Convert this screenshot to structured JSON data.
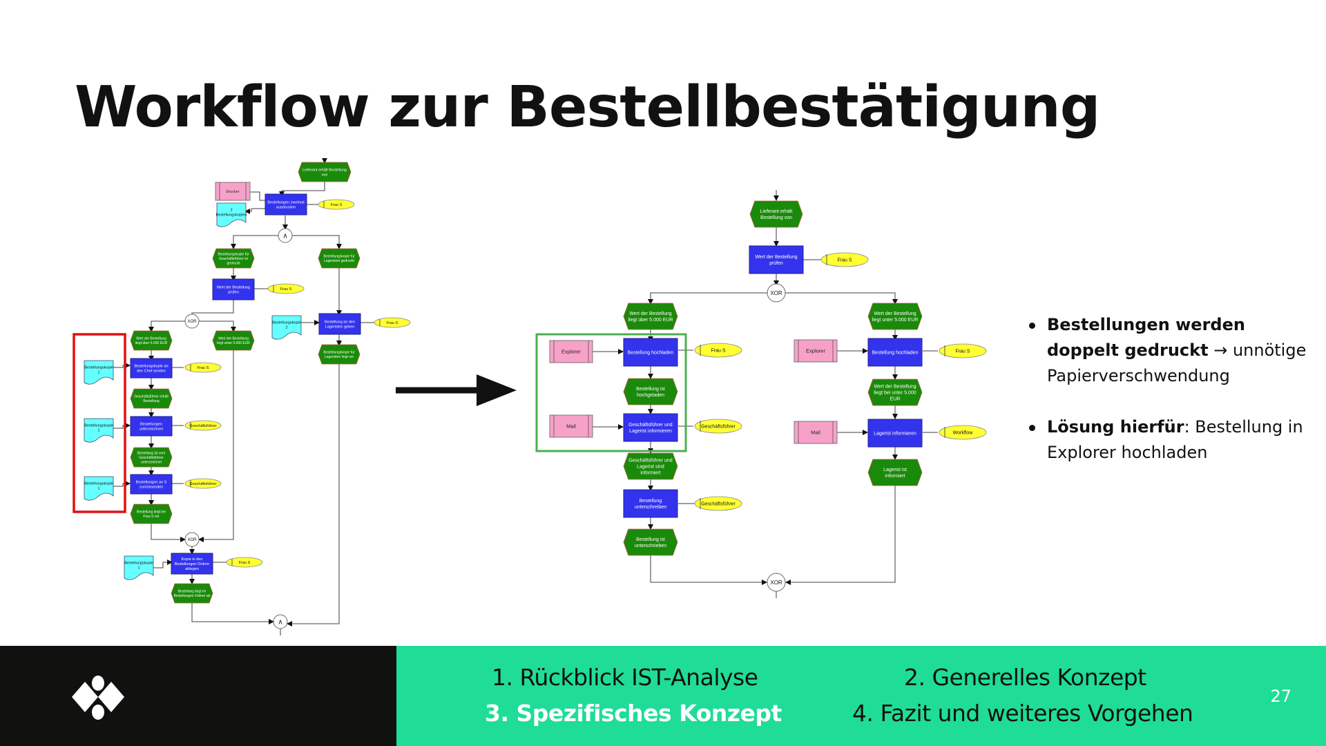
{
  "slide": {
    "title": "Workflow zur Bestellbestätigung",
    "page_number": "27"
  },
  "colors": {
    "event": "#1a8a0a",
    "function": "#3333ee",
    "org_unit": "#ffff33",
    "system": "#f7a1c9",
    "document": "#66ffff",
    "highlight_red": "#e01010",
    "highlight_green": "#4caf50",
    "accent": "#1fdd96",
    "footer_dark": "#111110"
  },
  "ist_diagram": {
    "start_event": "Lieferant erhält Bestellung von",
    "system_printer": "Drucker",
    "func_print": "Bestellungen zweimal ausdrucken",
    "doc_two_copies": "2 Bestellungskopien",
    "org_print": "Frau S",
    "and_split": "∧",
    "event_copy_gf": "Bestellungskopie für Geschäftsführer ist gedruckt",
    "event_copy_lager": "Bestellungskopie für Lageristen gedruckt",
    "func_check_value": "Wert der Bestellung prüfen",
    "org_check_value": "Frau S",
    "xor_split": "XOR",
    "doc_copy2": "Bestellungskopie 2",
    "func_give_lager": "Bestellung an den Lageristen geben",
    "org_give_lager": "Frau S",
    "event_lager_has": "Bestellungskopie für Lageristen liegt vor",
    "event_over": "Wert der Bestellung liegt über 5.000 EUR",
    "event_under": "Wert der Bestellung liegt unter 5.000 EUR",
    "doc_copy1_a": "Bestellungskopie 1",
    "func_send_chef": "Bestellungskopie an den Chef senden",
    "org_send_chef": "Frau S",
    "event_gf_receives": "Geschäftsführer erhält Bestellung",
    "doc_copy1_b": "Bestellungskopie 1",
    "func_sign": "Bestellungen unterzeichnen",
    "org_sign": "Geschäftsführer",
    "event_signed": "Bestellung ist vom Geschäftsführer unterzeichnet",
    "doc_copy1_c": "Bestellungskopie 1",
    "func_return": "Bestellungen an S zurücksenden",
    "org_return": "Geschäftsführer",
    "event_at_frau": "Bestellung liegt bei Frau S vor",
    "xor_join": "XOR",
    "doc_copy1_d": "Bestellungskopie 1",
    "func_file": "Kopie in den Bestellungen Ordner ablegen",
    "org_file": "Frau S",
    "event_filed": "Bestellung liegt im Bestellungen Ordner ab",
    "and_join": "∧"
  },
  "soll_diagram": {
    "start_event": "Lieferant erhält Bestellung von",
    "func_check_value": "Wert der Bestellung prüfen",
    "org_check_value": "Frau S",
    "xor_split": "XOR",
    "left": {
      "event_over": "Wert der Bestellung liegt über 5.000 EUR",
      "system_explorer": "Explorer",
      "func_upload": "Bestellung hochladen",
      "org_upload": "Frau S",
      "event_uploaded": "Bestellung ist hochgeladen",
      "system_mail": "Mail",
      "func_inform": "Geschäftsführer und Lagerist informieren",
      "org_inform": "Geschäftsführer",
      "event_informed": "Geschäftsführer und Lagerist sind informiert",
      "func_sign": "Bestellung unterschreiben",
      "org_sign": "Geschäftsführer",
      "event_signed": "Bestellung ist unterschrieben"
    },
    "right": {
      "event_under": "Wert der Bestellung liegt unter 5.000 EUR",
      "system_explorer": "Explorer",
      "func_upload": "Bestellung hochladen",
      "org_upload": "Frau S",
      "event_under2": "Wert der Bestellung liegt bei unter 5.000 EUR",
      "system_mail": "Mail",
      "func_inform": "Lagerist informieren",
      "org_inform": "Workflow",
      "event_informed": "Lagerist ist informiert"
    },
    "xor_join": "XOR"
  },
  "bullets": [
    {
      "bold": "Bestellungen werden doppelt gedruckt",
      "rest": " → unnötige Papierverschwendung"
    },
    {
      "bold": "Lösung hierfür",
      "rest": ": Bestellung in Explorer hochladen"
    }
  ],
  "footer": {
    "nav": [
      {
        "label": "1. Rückblick IST-Analyse",
        "active": false
      },
      {
        "label": "2. Generelles Konzept",
        "active": false
      },
      {
        "label": "3. Spezifisches Konzept",
        "active": true
      },
      {
        "label": "4. Fazit und weiteres Vorgehen",
        "active": false
      }
    ],
    "logo": "diamond-logo-icon"
  }
}
